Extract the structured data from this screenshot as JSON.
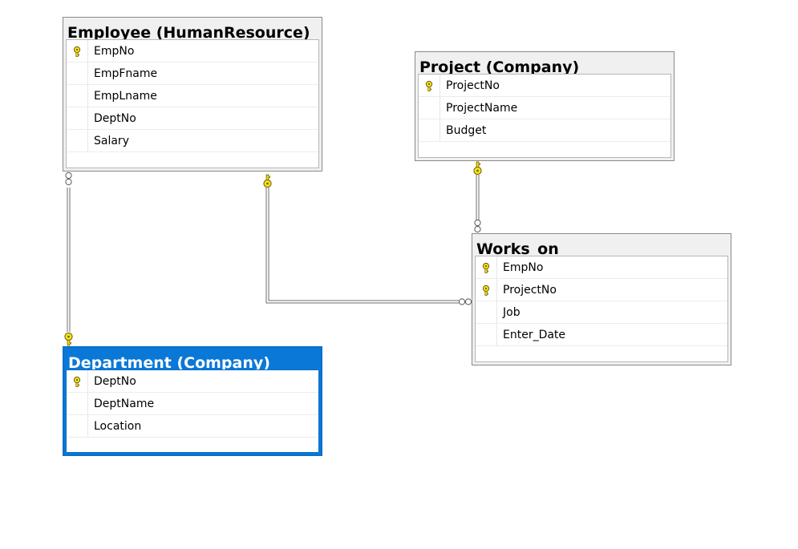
{
  "tables": {
    "employee": {
      "title": "Employee (HumanResource)",
      "columns": [
        {
          "name": "EmpNo",
          "key": true
        },
        {
          "name": "EmpFname",
          "key": false
        },
        {
          "name": "EmpLname",
          "key": false
        },
        {
          "name": "DeptNo",
          "key": false
        },
        {
          "name": "Salary",
          "key": false
        }
      ]
    },
    "project": {
      "title": "Project (Company)",
      "columns": [
        {
          "name": "ProjectNo",
          "key": true
        },
        {
          "name": "ProjectName",
          "key": false
        },
        {
          "name": "Budget",
          "key": false
        }
      ]
    },
    "works_on": {
      "title": "Works_on",
      "columns": [
        {
          "name": "EmpNo",
          "key": true
        },
        {
          "name": "ProjectNo",
          "key": true
        },
        {
          "name": "Job",
          "key": false
        },
        {
          "name": "Enter_Date",
          "key": false
        }
      ]
    },
    "department": {
      "title": "Department (Company)",
      "selected": true,
      "columns": [
        {
          "name": "DeptNo",
          "key": true
        },
        {
          "name": "DeptName",
          "key": false
        },
        {
          "name": "Location",
          "key": false
        }
      ]
    }
  },
  "relationships": [
    {
      "from": "employee",
      "to": "department",
      "from_end": "many",
      "to_end": "one"
    },
    {
      "from": "employee",
      "to": "works_on",
      "from_end": "one",
      "to_end": "many"
    },
    {
      "from": "project",
      "to": "works_on",
      "from_end": "one",
      "to_end": "many"
    }
  ],
  "colors": {
    "key_icon": "#f5e11a",
    "selected_header": "#0a78d7",
    "line": "#6e6e6e"
  },
  "icons": {
    "primary_key": "key-icon",
    "one_end": "key-icon",
    "many_end": "infinity-icon"
  }
}
